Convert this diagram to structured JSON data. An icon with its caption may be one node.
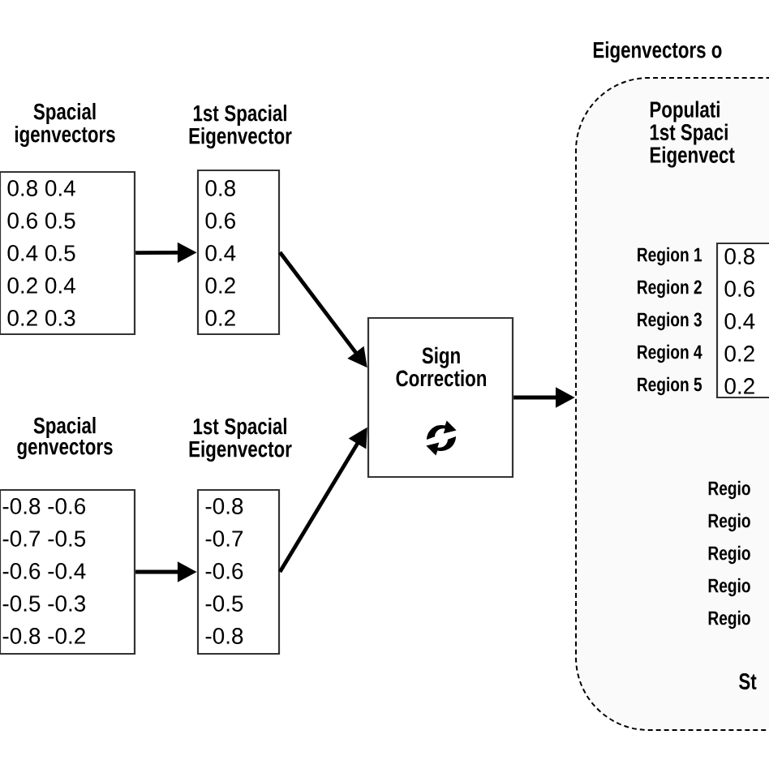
{
  "diagram": {
    "nodes": [
      {
        "text": [
          "Spacial igenvectors",
          "0.8 0.4",
          "0.6 0.5",
          "0.4 0.5",
          "0.2 0.4",
          "0.2 0.3"
        ]
      },
      {
        "text": [
          "1st Spacial Eigenvector",
          "0.8",
          "0.6",
          "0.4",
          "0.2",
          "0.2"
        ]
      },
      {
        "text": [
          "Spacial genvectors",
          "-0.8 -0.6",
          "-0.7 -0.5",
          "-0.6 -0.4",
          "-0.5 -0.3",
          "-0.8 -0.2"
        ]
      },
      {
        "text": [
          "1st Spacial Eigenvector",
          "-0.8",
          "-0.7",
          "-0.6",
          "-0.5",
          "-0.8"
        ]
      },
      {
        "text": [
          "Sign Correction"
        ]
      },
      {
        "text": [
          "Eigenvectors o",
          "Populati 1st Spaci Eigenvect",
          "Regio",
          "Regio",
          "Regio",
          "Regio",
          "Regio",
          "St"
        ]
      },
      {
        "text": [
          "0.8",
          "0.6",
          "0.4",
          "0.2",
          "0.2"
        ],
        "beside": [
          "Region 1",
          "Region 2",
          "Region 3",
          "Region 4",
          "Region 5"
        ],
        "in": 5
      }
    ],
    "edges": [
      {
        "from": 0,
        "to": 1,
        "arrow": "to"
      },
      {
        "from": 2,
        "to": 3,
        "arrow": "to"
      },
      {
        "from": 1,
        "to": 4,
        "arrow": "to"
      },
      {
        "from": 3,
        "to": 4,
        "arrow": "to"
      },
      {
        "from": 4,
        "to": 5,
        "arrow": "to"
      }
    ]
  }
}
